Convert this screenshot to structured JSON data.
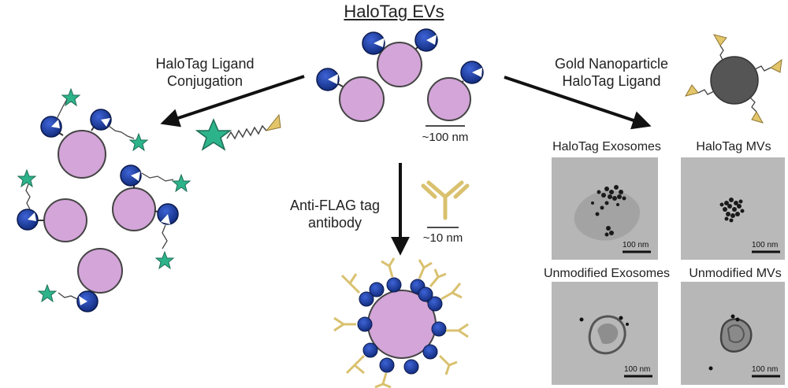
{
  "title": "HaloTag EVs",
  "labels": {
    "ligand_conjugation": [
      "HaloTag Ligand",
      "Conjugation"
    ],
    "gold_nanoparticle": [
      "Gold Nanoparticle",
      "HaloTag Ligand"
    ],
    "antibody": [
      "Anti-FLAG tag",
      "antibody"
    ],
    "scale_100nm": "~100 nm",
    "scale_10nm": "~10 nm"
  },
  "em_panels": [
    {
      "caption": "HaloTag Exosomes",
      "scale": "100 nm"
    },
    {
      "caption": "HaloTag MVs",
      "scale": "100 nm"
    },
    {
      "caption": "Unmodified Exosomes",
      "scale": "100 nm"
    },
    {
      "caption": "Unmodified MVs",
      "scale": "100 nm"
    }
  ],
  "colors": {
    "vesicle_fill": "#d3a5d8",
    "halotag_blue": "#1f3d99",
    "dye_star": "#2db38a",
    "ligand_yellow": "#e3c56a",
    "antibody_yellow": "#d9c16f",
    "gold_particle": "#555555",
    "arrow": "#111111"
  }
}
